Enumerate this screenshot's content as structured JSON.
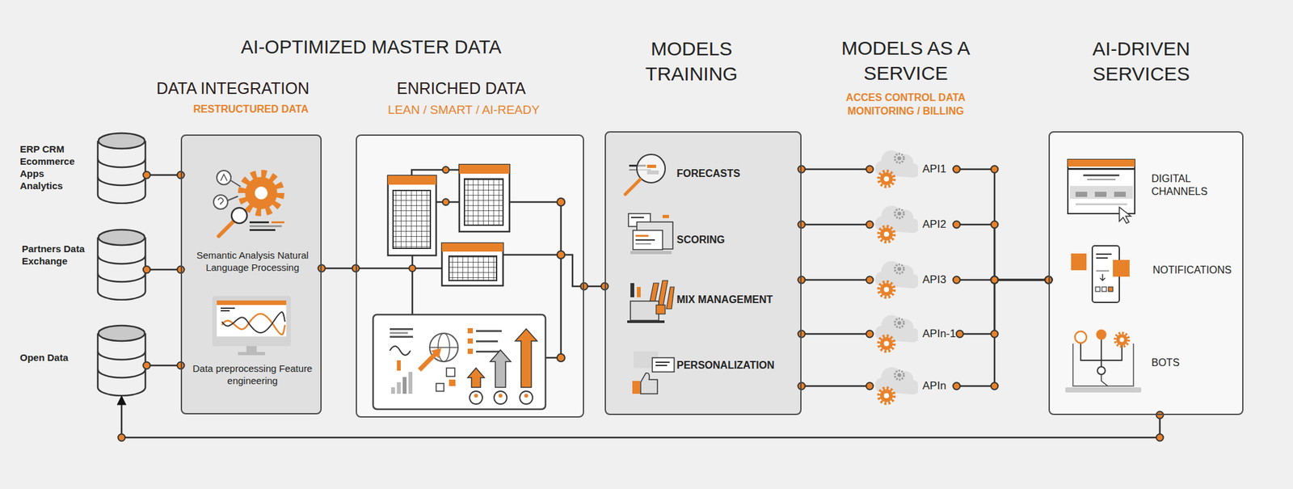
{
  "diagram": {
    "title": "AI-OPTIMIZED MASTER DATA",
    "nodes": [
      {
        "text": [
          "ERP CRM Ecommerce Apps Analytics"
        ]
      },
      {
        "text": [
          "Partners Data Exchange"
        ]
      },
      {
        "text": [
          "Open Data"
        ]
      },
      {
        "text": [
          "DATA INTEGRATION",
          "RESTRUCTURED DATA",
          "Semantic Analysis Natural Language Processing",
          "Data preprocessing Feature engineering"
        ]
      },
      {
        "text": [
          "ENRICHED DATA",
          "LEAN / SMART / AI-READY"
        ]
      },
      {
        "text": [
          "MODELS TRAINING",
          "FORECASTS",
          "SCORING",
          "MIX MANAGEMENT",
          "PERSONALIZATION"
        ]
      },
      {
        "text": [
          "API1"
        ]
      },
      {
        "text": [
          "API2"
        ]
      },
      {
        "text": [
          "API3"
        ]
      },
      {
        "text": [
          "APIn-1"
        ]
      },
      {
        "text": [
          "APIn"
        ]
      },
      {
        "text": [
          "AI-DRIVEN SERVICES",
          "DIGITAL CHANNELS",
          "NOTIFICATIONS",
          "BOTS"
        ]
      }
    ],
    "edges": [
      {
        "from": 0,
        "to": 3,
        "arrow": "none"
      },
      {
        "from": 1,
        "to": 3,
        "arrow": "none"
      },
      {
        "from": 2,
        "to": 3,
        "arrow": "none"
      },
      {
        "from": 3,
        "to": 4,
        "arrow": "none"
      },
      {
        "from": 4,
        "to": 5,
        "arrow": "none"
      },
      {
        "from": 5,
        "to": 6,
        "arrow": "none"
      },
      {
        "from": 5,
        "to": 7,
        "arrow": "none"
      },
      {
        "from": 5,
        "to": 8,
        "arrow": "none"
      },
      {
        "from": 5,
        "to": 9,
        "arrow": "none"
      },
      {
        "from": 5,
        "to": 10,
        "arrow": "none"
      },
      {
        "from": 6,
        "to": 11,
        "arrow": "none"
      },
      {
        "from": 7,
        "to": 11,
        "arrow": "none"
      },
      {
        "from": 8,
        "to": 11,
        "arrow": "none"
      },
      {
        "from": 9,
        "to": 11,
        "arrow": "none"
      },
      {
        "from": 10,
        "to": 11,
        "arrow": "none"
      },
      {
        "from": 11,
        "to": 2,
        "arrow": "to"
      }
    ],
    "labels": [
      "MODELS AS A SERVICE",
      "ACCES CONTROL DATA MONITORING / BILLING"
    ]
  }
}
